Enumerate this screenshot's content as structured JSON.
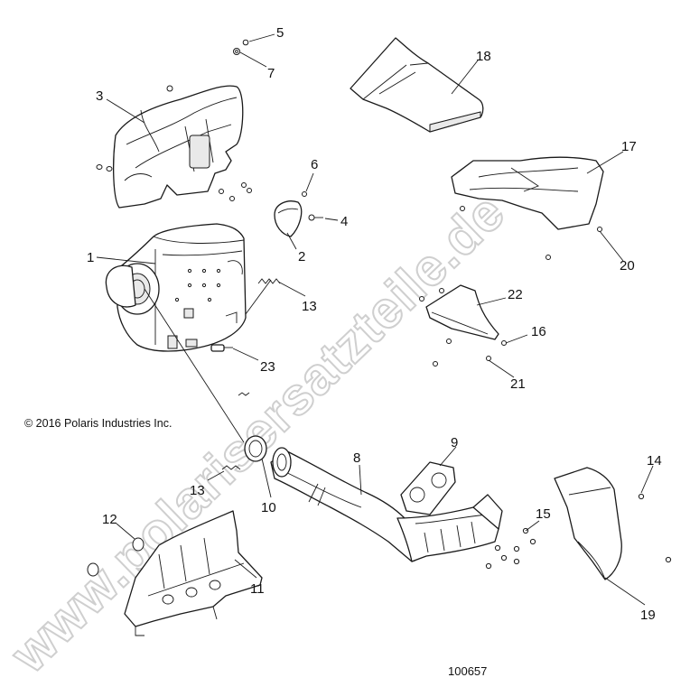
{
  "copyright": "© 2016 Polaris Industries Inc.",
  "drawing_number": "100657",
  "watermark": "www.polarisersatzteile.de",
  "callouts": [
    {
      "id": "c1",
      "label": "1"
    },
    {
      "id": "c2",
      "label": "2"
    },
    {
      "id": "c3",
      "label": "3"
    },
    {
      "id": "c4",
      "label": "4"
    },
    {
      "id": "c5",
      "label": "5"
    },
    {
      "id": "c6",
      "label": "6"
    },
    {
      "id": "c7",
      "label": "7"
    },
    {
      "id": "c8",
      "label": "8"
    },
    {
      "id": "c9",
      "label": "9"
    },
    {
      "id": "c10",
      "label": "10"
    },
    {
      "id": "c11",
      "label": "11"
    },
    {
      "id": "c12",
      "label": "12"
    },
    {
      "id": "c13a",
      "label": "13"
    },
    {
      "id": "c13b",
      "label": "13"
    },
    {
      "id": "c14",
      "label": "14"
    },
    {
      "id": "c15",
      "label": "15"
    },
    {
      "id": "c16",
      "label": "16"
    },
    {
      "id": "c17",
      "label": "17"
    },
    {
      "id": "c18",
      "label": "18"
    },
    {
      "id": "c19",
      "label": "19"
    },
    {
      "id": "c20",
      "label": "20"
    },
    {
      "id": "c21",
      "label": "21"
    },
    {
      "id": "c22",
      "label": "22"
    },
    {
      "id": "c23",
      "label": "23"
    }
  ]
}
